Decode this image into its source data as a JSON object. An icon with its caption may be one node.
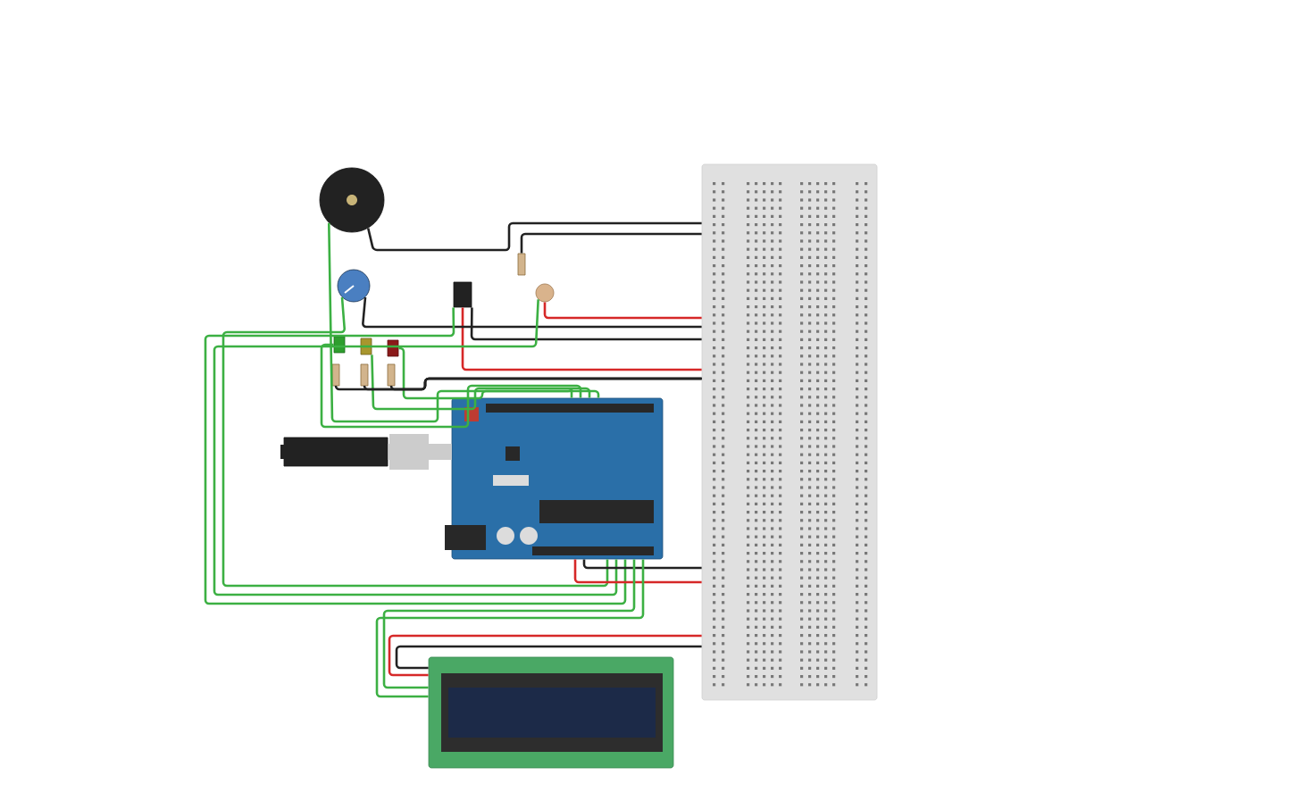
{
  "diagram": {
    "nodes": [
      {
        "text": [],
        "shape": "circle"
      },
      {
        "text": [],
        "shape": "circle"
      },
      {
        "text": [],
        "shape": "box"
      },
      {
        "text": [],
        "shape": "box"
      },
      {
        "text": [],
        "shape": "circle"
      },
      {
        "text": [],
        "shape": "box"
      },
      {
        "text": [],
        "shape": "box"
      },
      {
        "text": [],
        "shape": "box"
      },
      {
        "text": [],
        "shape": "box"
      },
      {
        "text": [],
        "shape": "box"
      },
      {
        "text": [],
        "shape": "box"
      },
      {
        "text": [],
        "shape": "box"
      },
      {
        "text": [],
        "shape": "picture"
      },
      {
        "text": [],
        "shape": "picture"
      },
      {
        "text": [],
        "shape": "picture"
      }
    ],
    "edges": [
      {
        "from": 0,
        "to": 13,
        "arrow": "none",
        "color": "#222222"
      },
      {
        "from": 3,
        "to": 13,
        "arrow": "none",
        "color": "#222222"
      },
      {
        "from": 4,
        "to": 13,
        "arrow": "none",
        "color": "#d62828"
      },
      {
        "from": 2,
        "to": 13,
        "arrow": "none",
        "color": "#222222"
      },
      {
        "from": 2,
        "to": 13,
        "arrow": "none",
        "color": "#d62828"
      },
      {
        "from": 1,
        "to": 13,
        "arrow": "none",
        "color": "#222222"
      },
      {
        "from": 1,
        "to": 12,
        "arrow": "none",
        "color": "#3cb043"
      },
      {
        "from": 0,
        "to": 12,
        "arrow": "none",
        "color": "#3cb043"
      },
      {
        "from": 2,
        "to": 12,
        "arrow": "none",
        "color": "#3cb043"
      },
      {
        "from": 4,
        "to": 12,
        "arrow": "none",
        "color": "#3cb043"
      },
      {
        "from": 5,
        "to": 12,
        "arrow": "none",
        "color": "#3cb043"
      },
      {
        "from": 6,
        "to": 12,
        "arrow": "none",
        "color": "#3cb043"
      },
      {
        "from": 7,
        "to": 12,
        "arrow": "none",
        "color": "#3cb043"
      },
      {
        "from": 8,
        "to": 13,
        "arrow": "none",
        "color": "#222222"
      },
      {
        "from": 9,
        "to": 13,
        "arrow": "none",
        "color": "#222222"
      },
      {
        "from": 10,
        "to": 13,
        "arrow": "none",
        "color": "#222222"
      },
      {
        "from": 11,
        "to": 12,
        "arrow": "none",
        "style": "thick",
        "color": "#cccccc"
      },
      {
        "from": 12,
        "to": 13,
        "arrow": "none",
        "color": "#d62828"
      },
      {
        "from": 12,
        "to": 13,
        "arrow": "none",
        "color": "#222222"
      },
      {
        "from": 14,
        "to": 12,
        "arrow": "none",
        "color": "#3cb043"
      },
      {
        "from": 14,
        "to": 12,
        "arrow": "none",
        "color": "#3cb043"
      },
      {
        "from": 14,
        "to": 13,
        "arrow": "none",
        "color": "#d62828"
      },
      {
        "from": 14,
        "to": 13,
        "arrow": "none",
        "color": "#222222"
      }
    ]
  }
}
